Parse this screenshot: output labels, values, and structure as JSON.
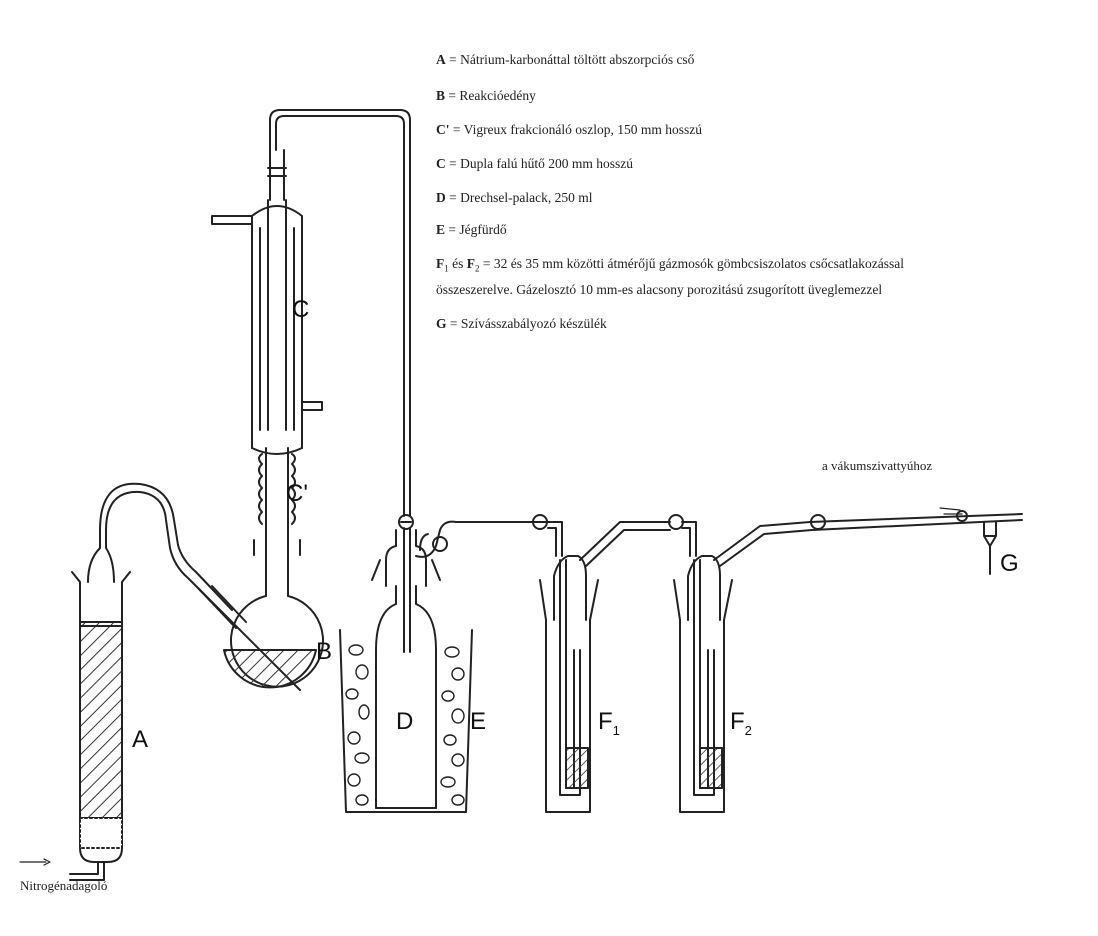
{
  "legend": {
    "A": {
      "key": "A",
      "text": "Nátrium-karbonáttal töltött abszorpciós cső"
    },
    "B": {
      "key": "B",
      "text": "Reakcióedény"
    },
    "Cp": {
      "key": "C'",
      "text": "Vigreux frakcionáló oszlop, 150 mm hosszú"
    },
    "C": {
      "key": "C",
      "text": "Dupla falú hűtő 200 mm hosszú"
    },
    "D": {
      "key": "D",
      "text": "Drechsel-palack, 250 ml"
    },
    "E": {
      "key": "E",
      "text": "Jégfürdő"
    },
    "F": {
      "key1": "F",
      "sub1": "1",
      "mid": "és",
      "key2": "F",
      "sub2": "2",
      "text": "32 és 35 mm közötti átmérőjű gázmosók gömbcsiszolatos csőcsatlakozással",
      "text2": "összeszerelve. Gázelosztó 10 mm-es alacsony porozitású zsugorított üveglemezzel"
    },
    "G": {
      "key": "G",
      "text": "Szívásszabályozó készülék"
    }
  },
  "labels": {
    "A": "A",
    "B": "B",
    "C": "C",
    "Cp": "C'",
    "D": "D",
    "E": "E",
    "F1": "F",
    "F1sub": "1",
    "F2": "F",
    "F2sub": "2",
    "G": "G"
  },
  "notes": {
    "vacuum": "a vákumszivattyúhoz",
    "nitrogen": "Nitrogénadagoló"
  },
  "colors": {
    "line": "#222222",
    "hatch": "#333333"
  }
}
